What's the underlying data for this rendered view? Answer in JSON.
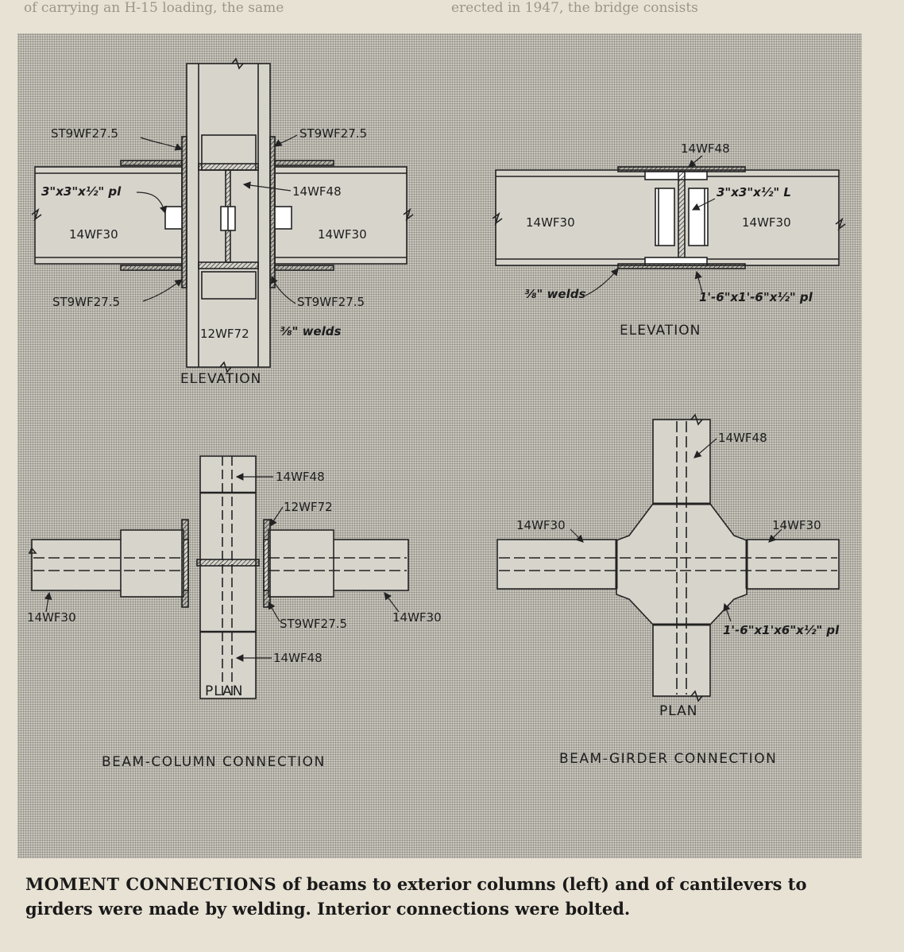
{
  "bleed_text": {
    "top_left": "of carrying an H-15 loading, the same",
    "top_right": "erected in 1947, the bridge consists"
  },
  "beam_column": {
    "elevation": {
      "st_top_left": "ST9WF27.5",
      "st_top_right": "ST9WF27.5",
      "plate": "3\"x3\"x½\" pl",
      "girder": "14WF48",
      "beam_left": "14WF30",
      "beam_right": "14WF30",
      "st_bottom_left": "ST9WF27.5",
      "st_bottom_right": "ST9WF27.5",
      "column": "12WF72",
      "welds": "⅜\" welds",
      "view": "ELEVATION"
    },
    "plan": {
      "girder_top": "14WF48",
      "column": "12WF72",
      "beam_left": "14WF30",
      "tee": "ST9WF27.5",
      "beam_right": "14WF30",
      "girder_bottom": "14WF48",
      "view": "PLAN"
    },
    "title": "BEAM-COLUMN CONNECTION"
  },
  "beam_girder": {
    "elevation": {
      "girder": "14WF48",
      "angle": "3\"x3\"x½\" L",
      "beam_left": "14WF30",
      "beam_right": "14WF30",
      "welds": "⅜\" welds",
      "plate": "1'-6\"x1'-6\"x½\" pl",
      "view": "ELEVATION"
    },
    "plan": {
      "girder": "14WF48",
      "beam_left": "14WF30",
      "beam_right": "14WF30",
      "plate": "1'-6\"x1'x6\"x½\" pl",
      "view": "PLAN"
    },
    "title": "BEAM-GIRDER CONNECTION"
  },
  "caption": {
    "lead": "MOMENT CONNECTIONS",
    "body": " of beams to exterior columns (left) and of cantilevers to girders were made by welding. Interior connections were bolted."
  }
}
